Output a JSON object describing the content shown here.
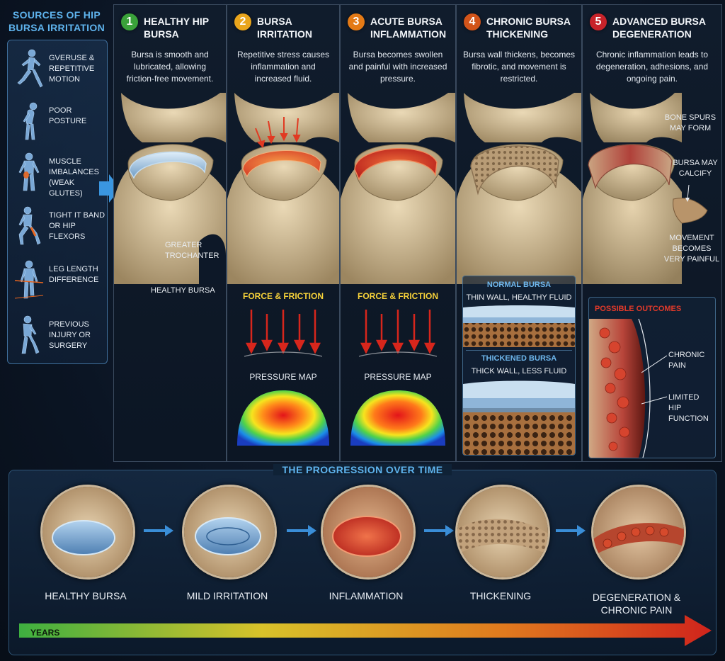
{
  "sidebar": {
    "title": "SOURCES OF HIP BURSA IRRITATION",
    "items": [
      {
        "label": "GVERUSE & REPETITIVE MOTION",
        "icon": "runner-figure-icon"
      },
      {
        "label": "POOR POSTURE",
        "icon": "slouched-figure-icon"
      },
      {
        "label": "MUSCLE IMBALANCES (WEAK GLUTES)",
        "icon": "muscle-figure-icon"
      },
      {
        "label": "TIGHT IT BAND OR HIP FLEXORS",
        "icon": "lunge-figure-icon"
      },
      {
        "label": "LEG LENGTH DIFFERENCE",
        "icon": "standing-figure-icon"
      },
      {
        "label": "PREVIOUS INJURY OR SURGERY",
        "icon": "limping-figure-icon"
      }
    ]
  },
  "stages": [
    {
      "num": "1",
      "color": "#3aa23a",
      "title": "HEALTHY HIP BURSA",
      "desc": "Bursa is smooth and lubricated, allowing friction-free movement."
    },
    {
      "num": "2",
      "color": "#e9a51c",
      "title": "BURSA IRRITATION",
      "desc": "Repetitive stress causes inflammation and increased fluid."
    },
    {
      "num": "3",
      "color": "#e47a16",
      "title": "ACUTE BURSA INFLAMMATION",
      "desc": "Bursa becomes swollen and painful with increased pressure."
    },
    {
      "num": "4",
      "color": "#d2541a",
      "title": "CHRONIC BURSA THICKENING",
      "desc": "Bursa wall thickens, becomes fibrotic, and movement is restricted."
    },
    {
      "num": "5",
      "color": "#c8232a",
      "title": "ADVANCED BURSA DEGENERATION",
      "desc": "Chronic inflammation leads to degeneration, adhesions, and ongoing pain."
    }
  ],
  "annotations": {
    "greater_trochanter": "GREATER TROCHANTER",
    "healthy_bursa": "HEALTHY BURSA",
    "force_friction": "FORCE & FRICTION",
    "pressure_map": "PRESSURE MAP",
    "bone_spurs": "BONE SPURS MAY FORM",
    "bursa_calcify": "BURSA MAY CALCIFY",
    "movement_painful": "MOVEMENT BECOMES VERY PAINFUL"
  },
  "comparison": {
    "normal_title": "NORMAL BURSA",
    "normal_sub": "THIN WALL, HEALTHY FLUID",
    "thick_title": "THICKENED BURSA",
    "thick_sub": "THICK WALL, LESS FLUID"
  },
  "outcomes": {
    "title": "POSSIBLE OUTCOMES",
    "chronic_pain": "CHRONIC PAIN",
    "limited_function": "LIMITED HIP FUNCTION"
  },
  "progression": {
    "title": "THE PROGRESSION OVER TIME",
    "steps": [
      "HEALTHY BURSA",
      "MILD IRRITATION",
      "INFLAMMATION",
      "THICKENING",
      "DEGENERATION & CHRONIC PAIN"
    ],
    "timeline_label": "YEARS"
  },
  "colors": {
    "accent_blue": "#5fb4ee",
    "force_yellow": "#f7d23a",
    "outcome_red": "#e23a2a"
  }
}
